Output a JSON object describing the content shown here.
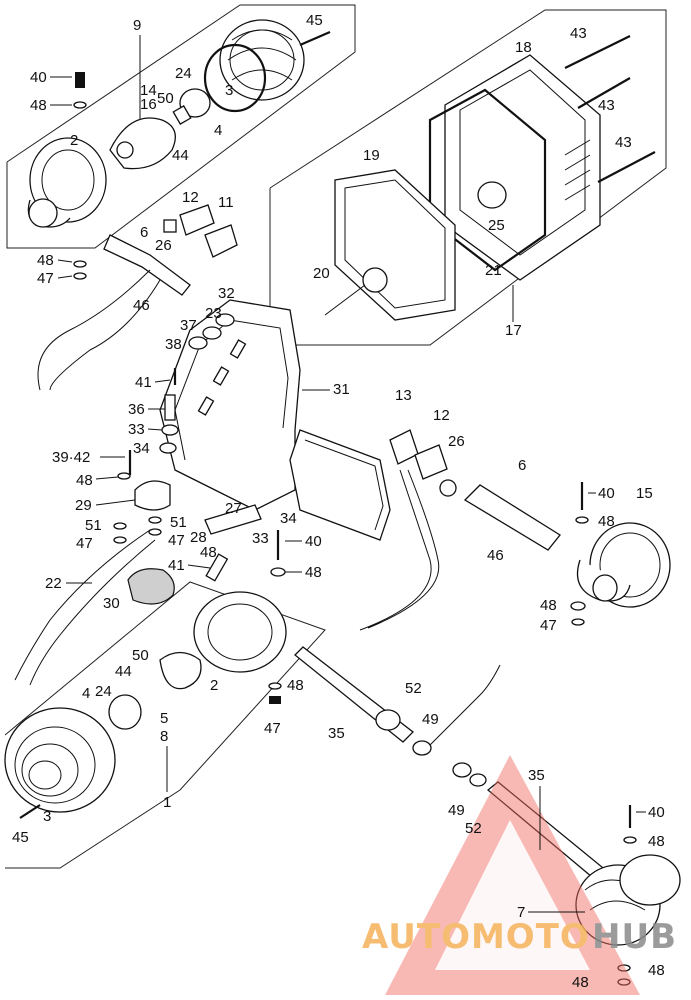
{
  "part_numbers": {
    "p1": "1",
    "p2a": "2",
    "p2b": "2",
    "p3a": "3",
    "p3b": "3",
    "p4a": "4",
    "p4b": "4",
    "p5": "5",
    "p6a": "6",
    "p6b": "6",
    "p7": "7",
    "p8": "8",
    "p9": "9",
    "p11": "11",
    "p12a": "12",
    "p12b": "12",
    "p13": "13",
    "p14": "14",
    "p15": "15",
    "p16": "16",
    "p17": "17",
    "p18": "18",
    "p19": "19",
    "p20": "20",
    "p21": "21",
    "p22": "22",
    "p23": "23",
    "p24a": "24",
    "p24b": "24",
    "p25": "25",
    "p26a": "26",
    "p26b": "26",
    "p27": "27",
    "p28": "28",
    "p29": "29",
    "p30": "30",
    "p31": "31",
    "p32": "32",
    "p33a": "33",
    "p33b": "33",
    "p34a": "34",
    "p34b": "34",
    "p35a": "35",
    "p35b": "35",
    "p36": "36",
    "p37": "37",
    "p38": "38",
    "p3942": "39·42",
    "p40a": "40",
    "p40b": "40",
    "p40c": "40",
    "p40d": "40",
    "p41a": "41",
    "p41b": "41",
    "p43a": "43",
    "p43b": "43",
    "p43c": "43",
    "p44a": "44",
    "p44b": "44",
    "p45a": "45",
    "p45b": "45",
    "p46a": "46",
    "p46b": "46",
    "p47a": "47",
    "p47b": "47",
    "p47c": "47",
    "p47d": "47",
    "p47e": "47",
    "p48a": "48",
    "p48b": "48",
    "p48c": "48",
    "p48d": "48",
    "p48e": "48",
    "p48f": "48",
    "p48g": "48",
    "p48h": "48",
    "p48i": "48",
    "p48j": "48",
    "p48k": "48",
    "p49a": "49",
    "p49b": "49",
    "p50a": "50",
    "p50b": "50",
    "p51a": "51",
    "p51b": "51",
    "p52a": "52",
    "p52b": "52"
  },
  "watermark": {
    "text_left": "AUTOMOTO",
    "text_right": "HUB",
    "color_red": "#f06a5e",
    "color_orange": "#f5b25a",
    "color_gray": "#8a8a8a"
  }
}
